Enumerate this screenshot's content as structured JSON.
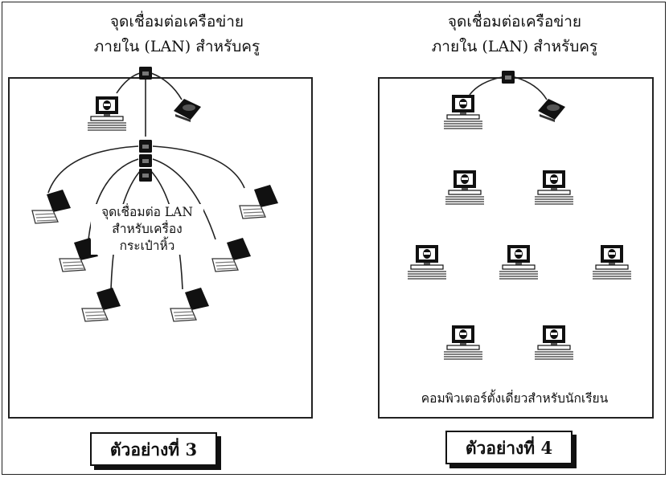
{
  "example3": {
    "header_line1": "จุดเชื่อมต่อเครือข่าย",
    "header_line2": "ภายใน (LAN) สำหรับครู",
    "label_line1": "จุดเชื่อมต่อ LAN",
    "label_line2": "สำหรับเครื่อง",
    "label_line3": "กระเป๋าหิ้ว",
    "caption": "ตัวอย่างที่ 3"
  },
  "example4": {
    "header_line1": "จุดเชื่อมต่อเครือข่าย",
    "header_line2": "ภายใน (LAN) สำหรับครู",
    "label": "คอมพิวเตอร์ตั้งเดี่ยวสำหรับนักเรียน",
    "caption": "ตัวอย่างที่ 4"
  }
}
